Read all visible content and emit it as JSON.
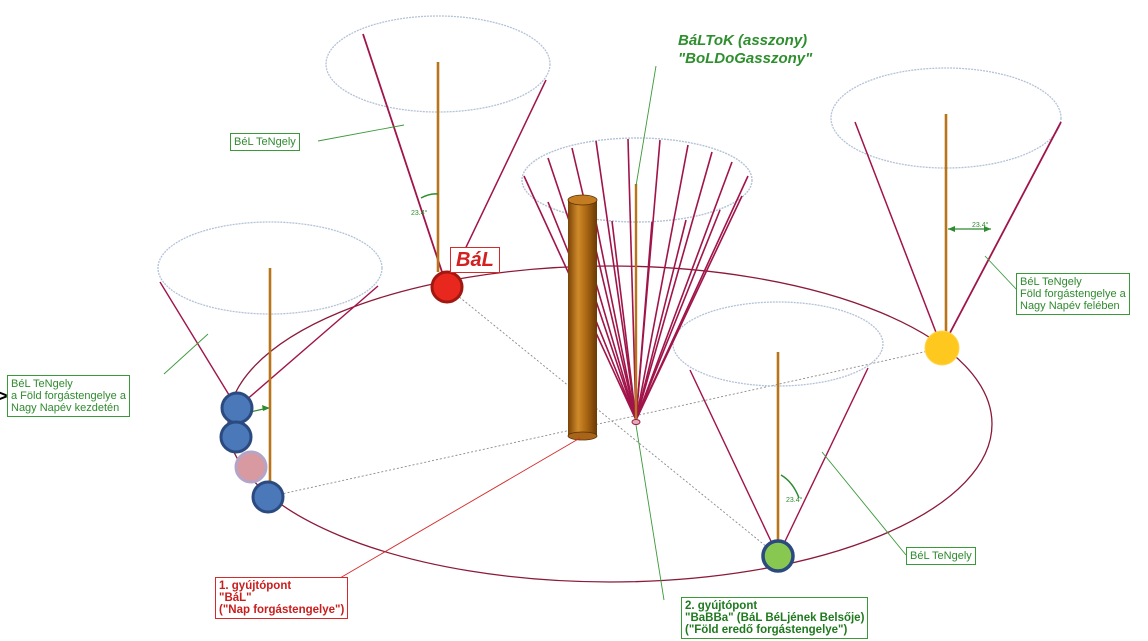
{
  "labels": {
    "bel_tengely_top": "BéL TeNgely",
    "bel_tengely_left": [
      "BéL TeNgely",
      "a Föld forgástengelye a",
      "Nagy Napév kezdetén"
    ],
    "bel_tengely_right": [
      "BéL TeNgely",
      "Föld forgástengelye a",
      "Nagy Napév felében"
    ],
    "bel_tengely_bottom": "BéL TeNgely",
    "bal": "BáL",
    "baltok": [
      "BáLToK (asszony)",
      "\"BoLDoGasszony\""
    ],
    "focus1": [
      "1. gyújtópont",
      "\"BáL\"",
      "(\"Nap forgástengelye\")"
    ],
    "focus2": [
      "2. gyújtópont",
      "\"BaBBa\" (BáL BéLjének Belsője)",
      "(\"Föld eredő forgástengelye\")"
    ],
    "angle_top": "23.4°",
    "angle_right": "23.4°",
    "angle_bottom": "23.4°",
    "arrow": ">"
  },
  "colors": {
    "ellipse": "#8b1a3a",
    "cone": "#a0144a",
    "rod": "#b8741a",
    "ring": "#b4c2d8",
    "label_green": "#2e8b2e",
    "label_red": "#c81e1e",
    "planet_red": "#e8281e",
    "planet_yellow": "#ffc81e",
    "planet_green": "#88c850",
    "planet_blue": "#4a78b8",
    "planet_pink": "#d89aa0"
  }
}
